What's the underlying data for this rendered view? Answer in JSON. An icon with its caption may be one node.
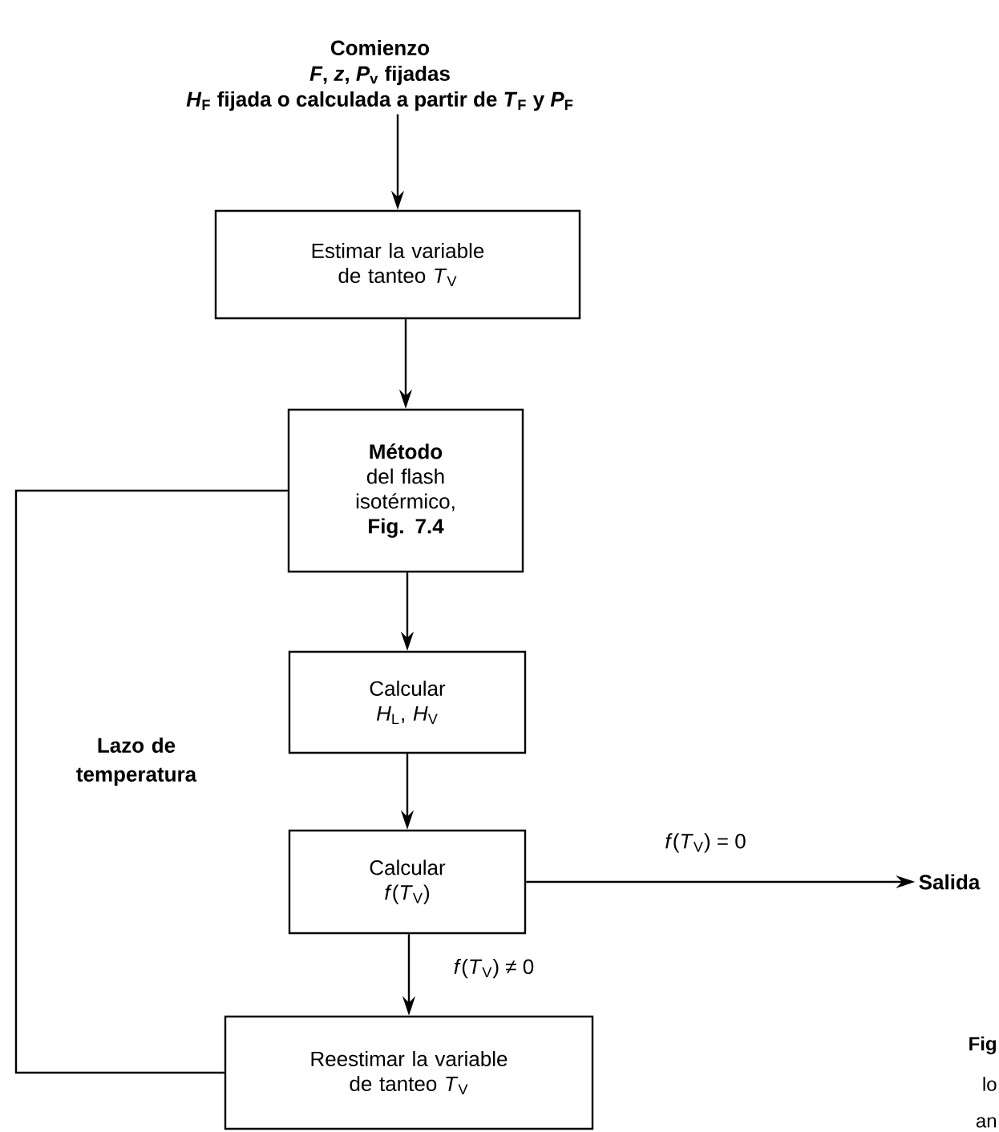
{
  "diagram": {
    "nodes": [
      {
        "text": [
          "Comienzo",
          "*F*, *z*, *P*$_{v}$ fijadas",
          "*H*$_{F}$ fijada o calculada a partir de *T*$_{F}$ y *P*$_{F}$"
        ]
      },
      {
        "text": [
          "Estimar la variable de tanteo *T*$_{V}$"
        ]
      },
      {
        "text": [
          "**Método** del flash isotérmico, **Fig. 7.4**"
        ]
      },
      {
        "text": [
          "Calcular *H*$_{L}$, *H*$_{V}$"
        ]
      },
      {
        "text": [
          "Calcular *f*(*T*$_{V}$)"
        ]
      },
      {
        "text": [
          "Reestimar la variable de tanteo *T*$_{V}$"
        ]
      },
      {
        "text": [
          "Salida"
        ]
      }
    ],
    "edges": [
      {
        "from": 0,
        "to": 1,
        "arrow": "to"
      },
      {
        "from": 1,
        "to": 2,
        "arrow": "to"
      },
      {
        "from": 2,
        "to": 3,
        "arrow": "to"
      },
      {
        "from": 3,
        "to": 4,
        "arrow": "to"
      },
      {
        "from": 4,
        "to": 6,
        "arrow": "to",
        "label": "*f*(*T*$_{V}$) = 0"
      },
      {
        "from": 4,
        "to": 5,
        "arrow": "to",
        "label": "*f*(*T*$_{V}$) ≠ 0"
      },
      {
        "from": 5,
        "to": 2,
        "arrow": "none"
      }
    ],
    "labels": [
      "Lazo de temperatura",
      "Fig",
      "lo",
      "an"
    ]
  }
}
